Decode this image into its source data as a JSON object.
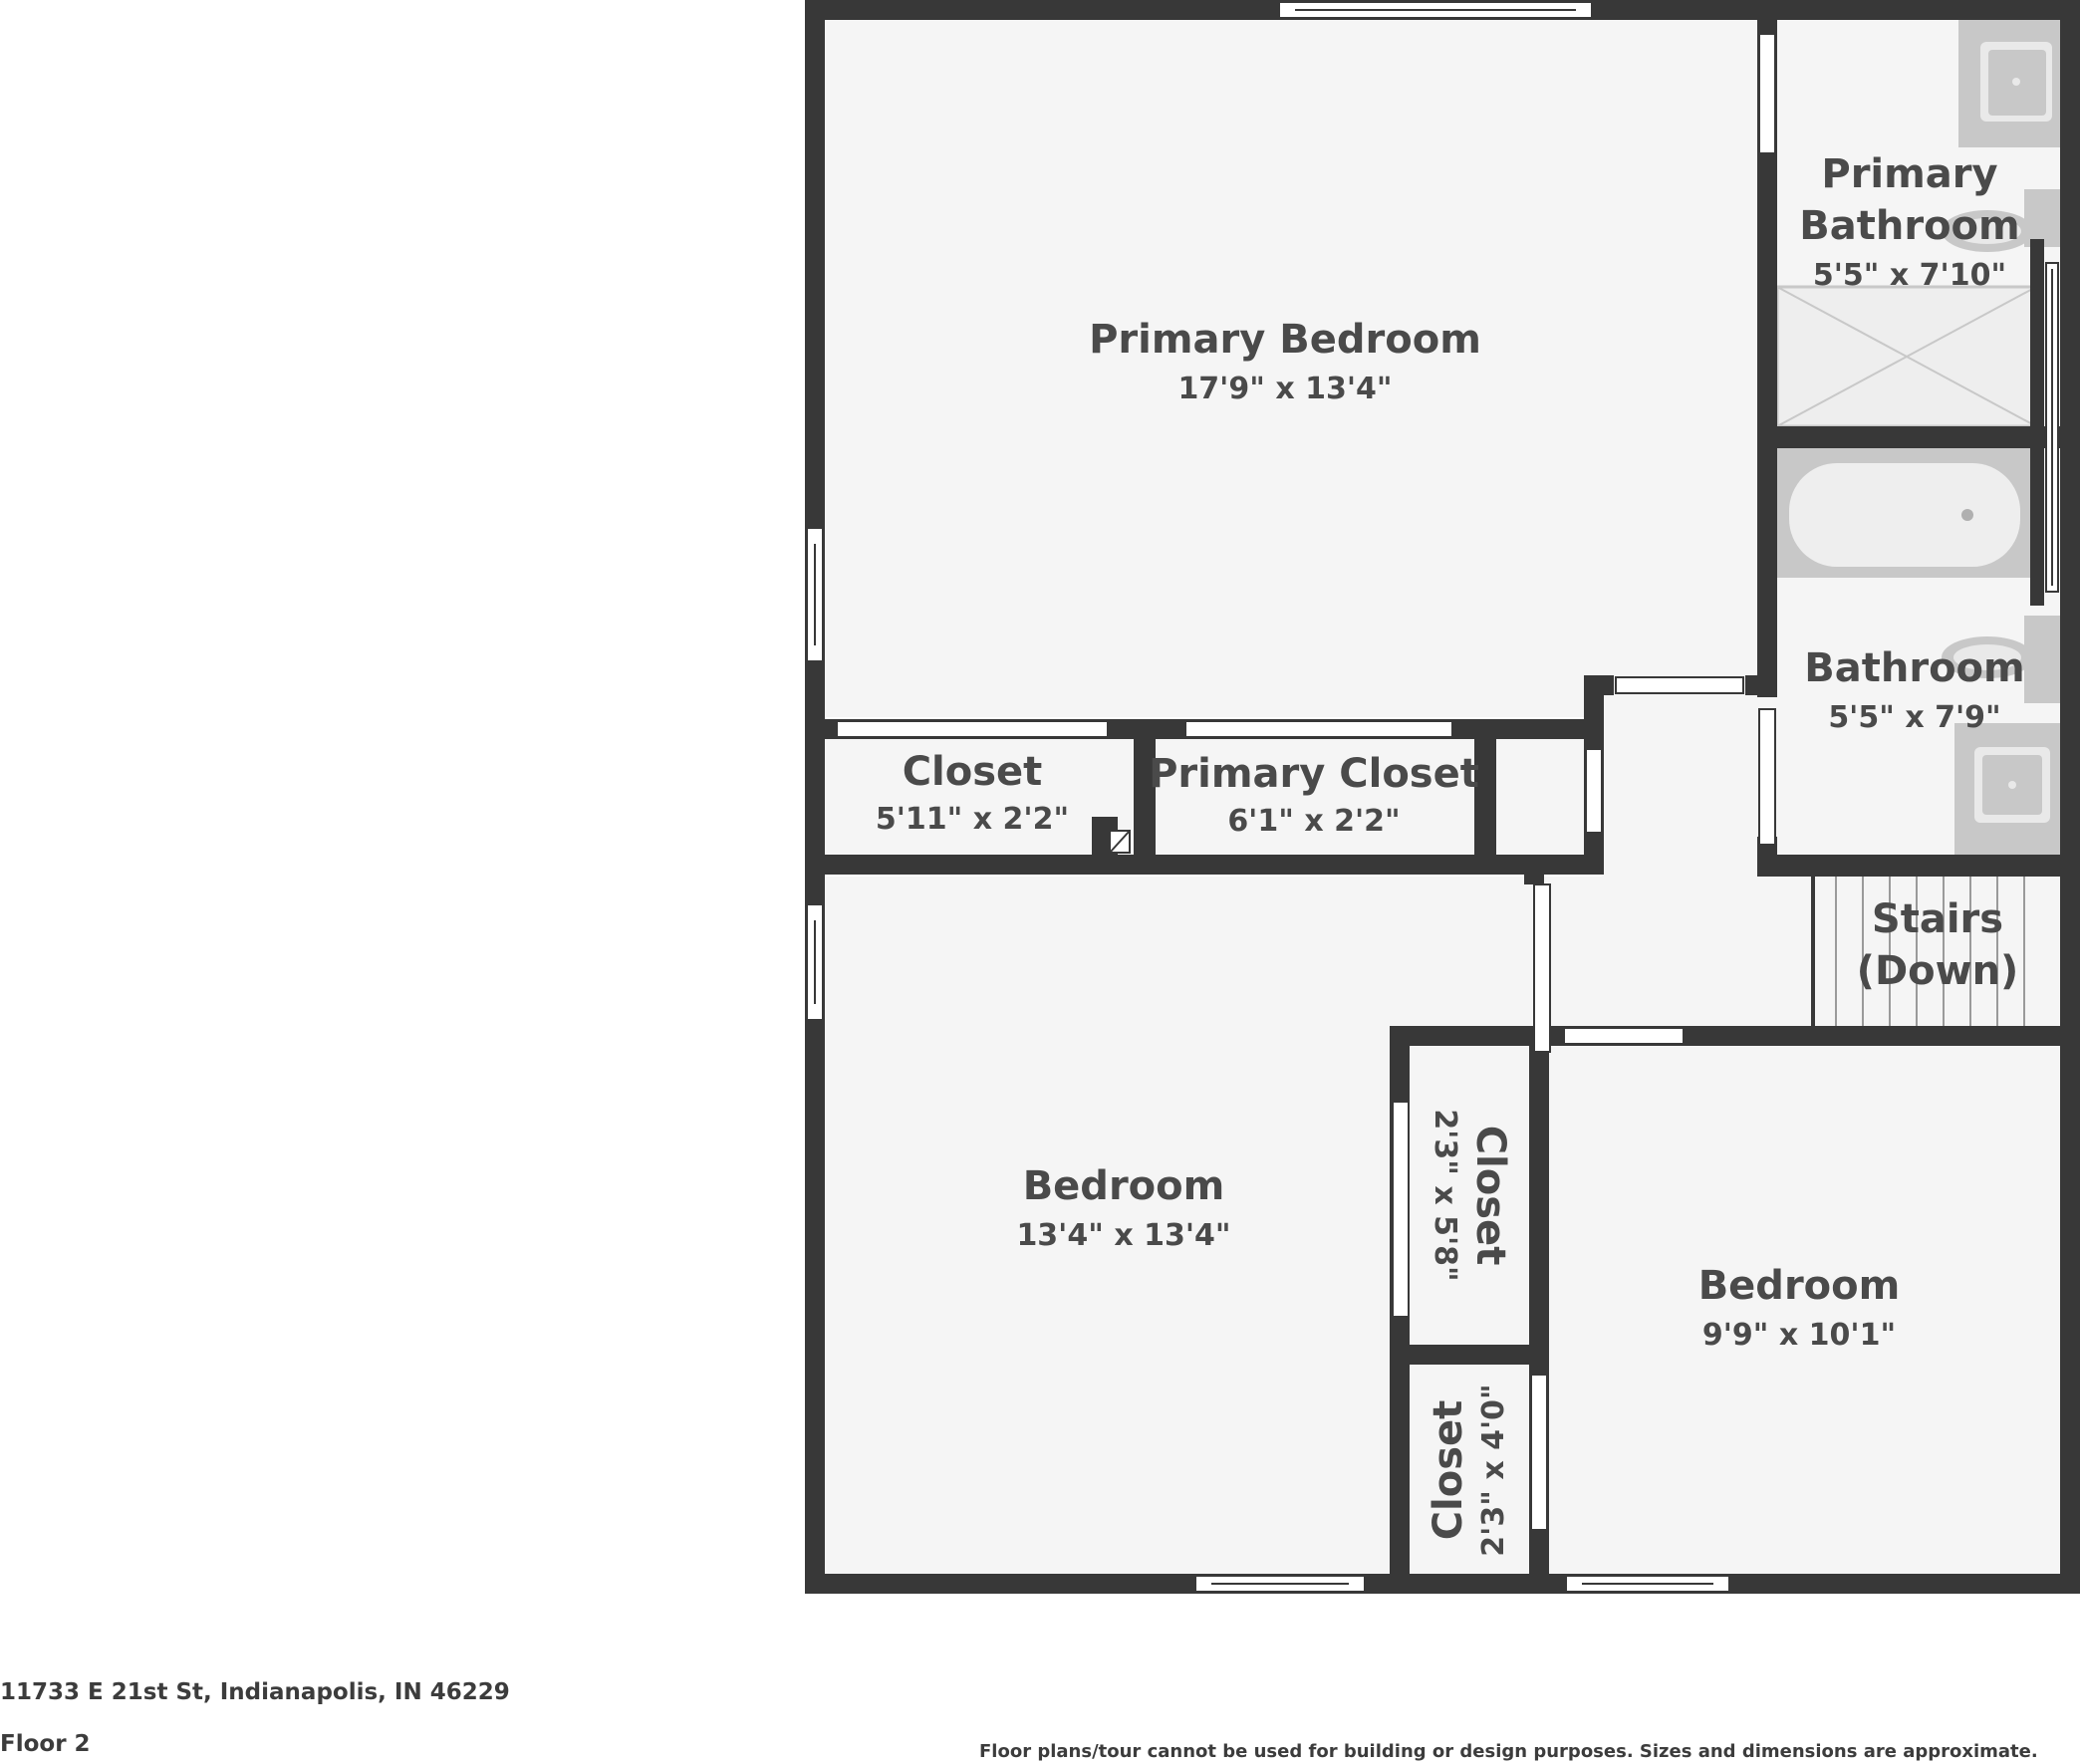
{
  "rooms": {
    "primary_bedroom": {
      "name": "Primary Bedroom",
      "dims": "17'9\" x 13'4\""
    },
    "primary_bathroom": {
      "name_line1": "Primary",
      "name_line2": "Bathroom",
      "dims": "5'5\" x 7'10\""
    },
    "bathroom": {
      "name": "Bathroom",
      "dims": "5'5\" x 7'9\""
    },
    "closet_a": {
      "name": "Closet",
      "dims": "5'11\" x 2'2\""
    },
    "primary_closet": {
      "name": "Primary Closet",
      "dims": "6'1\" x 2'2\""
    },
    "stairs": {
      "name_line1": "Stairs",
      "name_line2": "(Down)"
    },
    "bedroom_left": {
      "name": "Bedroom",
      "dims": "13'4\" x 13'4\""
    },
    "closet_b": {
      "name": "Closet",
      "dims": "2'3\" x 5'8\""
    },
    "closet_c": {
      "name": "Closet",
      "dims": "2'3\" x 4'0\""
    },
    "bedroom_right": {
      "name": "Bedroom",
      "dims": "9'9\" x 10'1\""
    }
  },
  "footer": {
    "address": "11733 E 21st St, Indianapolis, IN 46229",
    "floor": "Floor 2",
    "disclaimer": "Floor plans/tour cannot be used for building or design purposes. Sizes and dimensions are approximate."
  },
  "colors": {
    "wall": "#383838",
    "floor": "#f5f5f5",
    "fixture": "#c8c8c8",
    "text": "#4a4a4a"
  }
}
